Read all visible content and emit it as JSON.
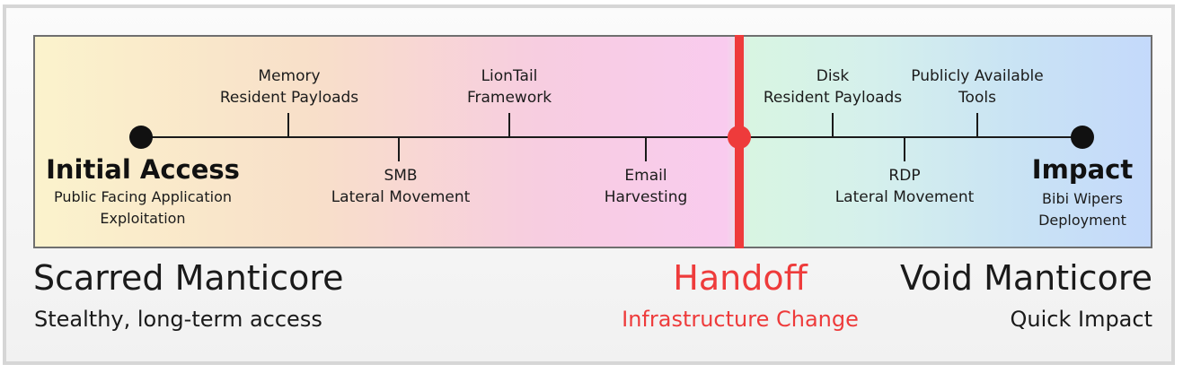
{
  "colors": {
    "handoff_red": "#ee3b3b",
    "line": "#1a1a1a"
  },
  "timeline": {
    "start": {
      "title": "Initial Access",
      "lines": [
        "Public Facing Application",
        "Exploitation"
      ]
    },
    "end": {
      "title": "Impact",
      "lines": [
        "Bibi Wipers",
        "Deployment"
      ]
    },
    "events_above": [
      {
        "lines": [
          "Memory",
          "Resident Payloads"
        ]
      },
      {
        "lines": [
          "LionTail",
          "Framework"
        ]
      },
      {
        "lines": [
          "Disk",
          "Resident Payloads"
        ]
      },
      {
        "lines": [
          "Publicly Available",
          "Tools"
        ]
      }
    ],
    "events_below": [
      {
        "lines": [
          "SMB",
          "Lateral Movement"
        ]
      },
      {
        "lines": [
          "Email",
          "Harvesting"
        ]
      },
      {
        "lines": [
          "RDP",
          "Lateral Movement"
        ]
      }
    ]
  },
  "actors": {
    "left": {
      "name": "Scarred Manticore",
      "desc": "Stealthy, long-term access"
    },
    "handoff": {
      "name": "Handoff",
      "desc": "Infrastructure Change"
    },
    "right": {
      "name": "Void Manticore",
      "desc": "Quick Impact"
    }
  }
}
